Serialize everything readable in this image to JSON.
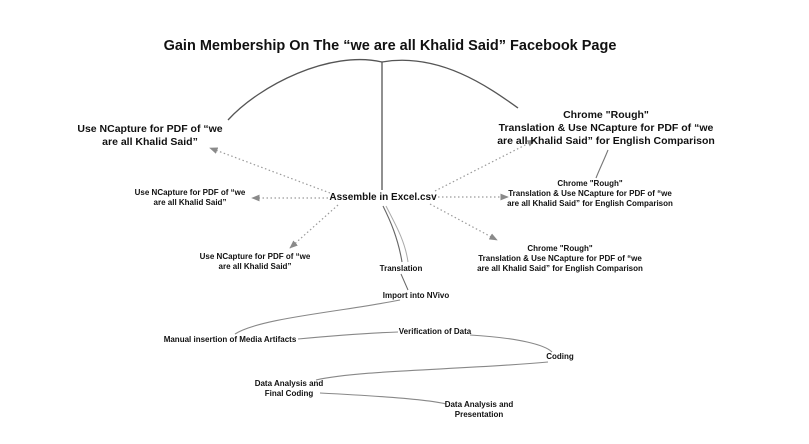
{
  "title": "Gain Membership On The “we are all Khalid Said” Facebook Page",
  "nodes": {
    "ncapture_main": "Use NCapture for PDF of “we\nare all Khalid Said”",
    "chrome_main": "Chrome \"Rough\"\nTranslation & Use NCapture for PDF of “we\nare all Khalid Said” for English Comparison",
    "ncapture_2": "Use NCapture for PDF of “we\nare all Khalid Said”",
    "chrome_2": "Chrome \"Rough\"\nTranslation & Use NCapture for PDF of “we\nare all Khalid Said” for English Comparison",
    "ncapture_3": "Use NCapture for PDF of “we\nare all Khalid Said”",
    "chrome_3": "Chrome \"Rough\"\nTranslation & Use NCapture for PDF of “we\nare all Khalid Said” for English Comparison",
    "assemble": "Assemble in Excel.csv",
    "translation": "Translation",
    "import_nvivo": "Import into NVivo",
    "manual_insertion": "Manual insertion of Media Artifacts",
    "verification": "Verification of Data",
    "coding": "Coding",
    "analysis_final": "Data Analysis and\nFinal Coding",
    "analysis_presentation": "Data Analysis and\nPresentation"
  },
  "colors": {
    "line": "#555555",
    "line_light": "#aaaaaa",
    "dotted": "#9a9a9a",
    "text": "#111111"
  }
}
